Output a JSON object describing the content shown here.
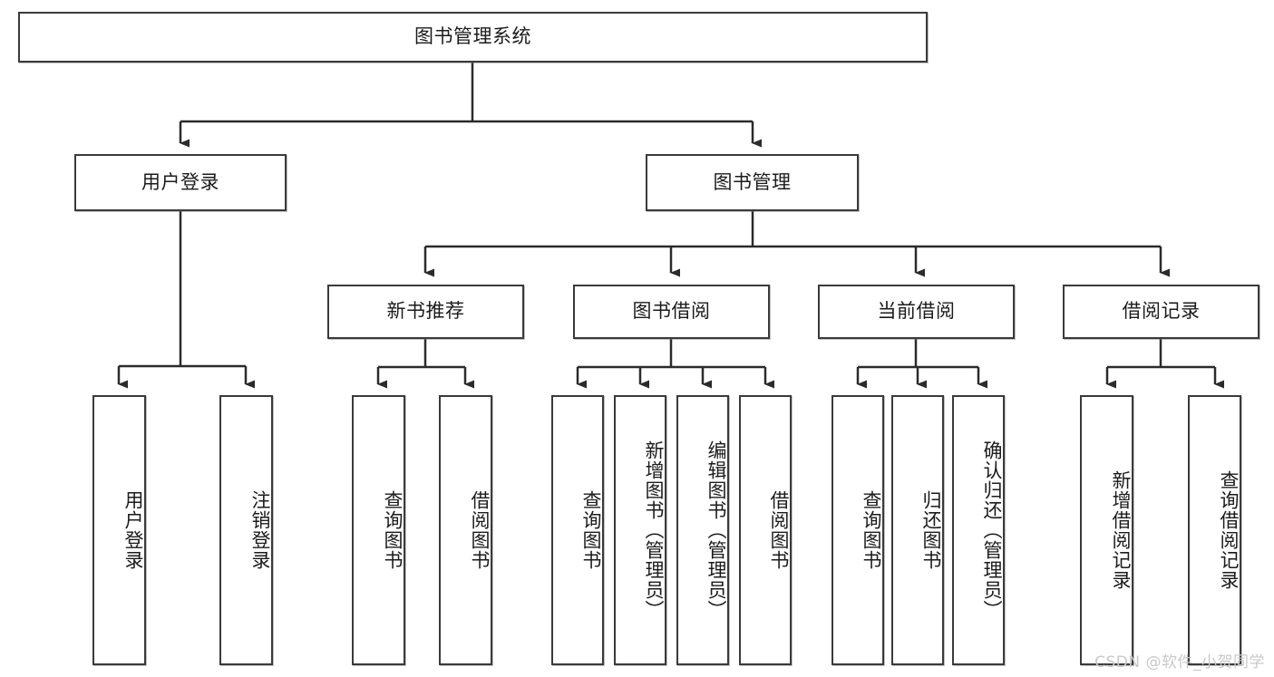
{
  "diagram": {
    "type": "tree-hierarchy",
    "title": "图书管理系统",
    "root": {
      "label": "图书管理系统"
    },
    "level2": [
      {
        "id": "user-login",
        "label": "用户登录"
      },
      {
        "id": "book-manage",
        "label": "图书管理"
      }
    ],
    "level3": [
      {
        "id": "new-book-recommend",
        "label": "新书推荐",
        "parent": "book-manage"
      },
      {
        "id": "book-borrow",
        "label": "图书借阅",
        "parent": "book-manage"
      },
      {
        "id": "current-borrow",
        "label": "当前借阅",
        "parent": "book-manage"
      },
      {
        "id": "borrow-record",
        "label": "借阅记录",
        "parent": "book-manage"
      }
    ],
    "leaves": [
      {
        "id": "leaf-user-login",
        "label": "用户登录",
        "parent": "user-login"
      },
      {
        "id": "leaf-user-logout",
        "label": "注销登录",
        "parent": "user-login"
      },
      {
        "id": "leaf-query-book-1",
        "label": "查询图书",
        "parent": "new-book-recommend"
      },
      {
        "id": "leaf-borrow-book-1",
        "label": "借阅图书",
        "parent": "new-book-recommend"
      },
      {
        "id": "leaf-query-book-2",
        "label": "查询图书",
        "parent": "book-borrow"
      },
      {
        "id": "leaf-add-book",
        "label": "新增图书（管理员）",
        "parent": "book-borrow"
      },
      {
        "id": "leaf-edit-book",
        "label": "编辑图书（管理员）",
        "parent": "book-borrow"
      },
      {
        "id": "leaf-borrow-book-2",
        "label": "借阅图书",
        "parent": "book-borrow"
      },
      {
        "id": "leaf-query-book-3",
        "label": "查询图书",
        "parent": "current-borrow"
      },
      {
        "id": "leaf-return-book",
        "label": "归还图书",
        "parent": "current-borrow"
      },
      {
        "id": "leaf-confirm-return",
        "label": "确认归还（管理员）",
        "parent": "current-borrow"
      },
      {
        "id": "leaf-add-record",
        "label": "新增借阅记录",
        "parent": "borrow-record"
      },
      {
        "id": "leaf-query-record",
        "label": "查询借阅记录",
        "parent": "borrow-record"
      }
    ],
    "colors": {
      "box_border": "#3a3a3a",
      "box_fill": "#ffffff",
      "connector": "#2b2b2b",
      "text": "#1b1b1b",
      "watermark": "#c9c9c9",
      "background": "#ffffff"
    }
  },
  "watermark": {
    "text": "CSDN @软件_小贺同学"
  }
}
